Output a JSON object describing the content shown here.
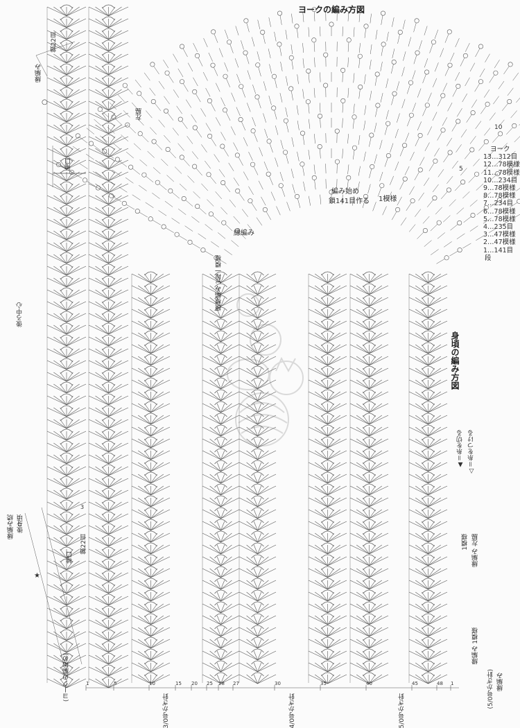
{
  "yoke": {
    "title": "ヨークの編み方図",
    "start_label_1": "編み始め",
    "start_label_2": "鎖141目作る",
    "pattern_label": "1模様",
    "edge_label": "縁編み",
    "row_marker_10": "10",
    "row_marker_5": "5",
    "legend_header": "ヨーク",
    "legend": [
      {
        "row": "13",
        "count": "312目"
      },
      {
        "row": "12",
        "count": "78模様"
      },
      {
        "row": "11",
        "count": "78模様"
      },
      {
        "row": "10",
        "count": "234目"
      },
      {
        "row": "9",
        "count": "78模様"
      },
      {
        "row": "8",
        "count": "78模様"
      },
      {
        "row": "7",
        "count": "234目"
      },
      {
        "row": "6",
        "count": "78模様"
      },
      {
        "row": "5",
        "count": "78模様"
      },
      {
        "row": "4",
        "count": "235目"
      },
      {
        "row": "3",
        "count": "47模様"
      },
      {
        "row": "2",
        "count": "47模様"
      },
      {
        "row": "1",
        "count": "141目"
      }
    ],
    "legend_footer": "段"
  },
  "body": {
    "title": "身頃の編み方図",
    "header_label": "模様編み 3段一模様",
    "back_center": "後ろ中心",
    "left_side": "左脇",
    "chain_22_top": "鎖22目",
    "edge_top": "縁編み",
    "armhole_top": "袖口",
    "symbol_open": "○",
    "legend_attach": "△＝糸をつける",
    "legend_cut": "▲＝糸を切る",
    "left_edge_1": "縁編み 左脇",
    "left_edge_2": "1模様",
    "left_edge_3": "縁編み 1模様",
    "right_edge_label": "縁編み",
    "right_edge_sub": "(5/0号かぎ針)",
    "lower_label_1": "後身頃",
    "lower_label_2": "縁編み続",
    "chain_22_bottom": "鎖22目",
    "armhole_bottom": "袖口",
    "star": "★",
    "yoke_note": "(ヨークの編始め)",
    "hook_3": "3/0号かぎ針",
    "hook_4": "4/0号かぎ針",
    "hook_5": "5/0号かぎ針",
    "row_marker_3": "3",
    "row_numbers": [
      "1",
      "5",
      "10",
      "15",
      "20",
      "25",
      "28",
      "27",
      "30",
      "35",
      "40",
      "45",
      "48",
      "1"
    ]
  }
}
